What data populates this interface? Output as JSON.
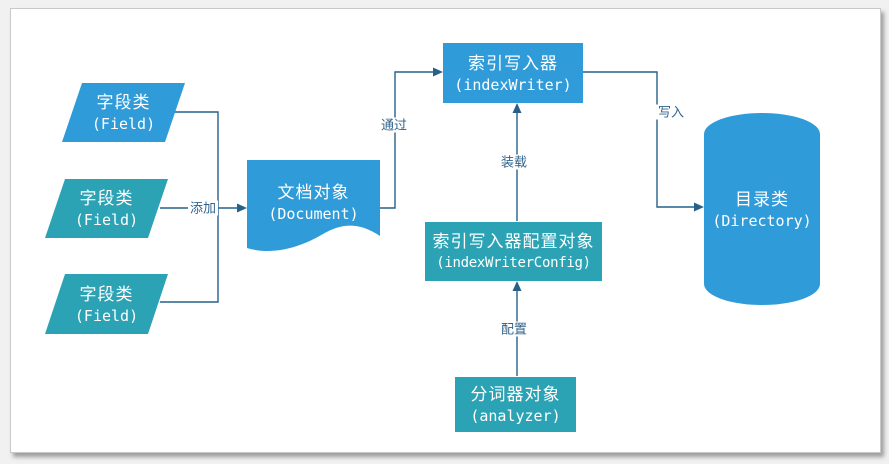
{
  "nodes": {
    "field1": {
      "title": "字段类",
      "subtitle": "(Field)"
    },
    "field2": {
      "title": "字段类",
      "subtitle": "(Field)"
    },
    "field3": {
      "title": "字段类",
      "subtitle": "(Field)"
    },
    "document": {
      "title": "文档对象",
      "subtitle": "(Document)"
    },
    "index_writer": {
      "title": "索引写入器",
      "subtitle": "(indexWriter)"
    },
    "index_writer_config": {
      "title": "索引写入器配置对象",
      "subtitle": "(indexWriterConfig)"
    },
    "analyzer": {
      "title": "分词器对象",
      "subtitle": "(analyzer)"
    },
    "directory": {
      "title": "目录类",
      "subtitle": "(Directory)"
    }
  },
  "edges": {
    "add": "添加",
    "via": "通过",
    "load": "装载",
    "configure": "配置",
    "write": "写入"
  },
  "colors": {
    "shape_blue": "#2f9bd8",
    "shape_teal": "#2ba3b4",
    "connector": "#27618a",
    "edge_label_text": "#31648c"
  }
}
